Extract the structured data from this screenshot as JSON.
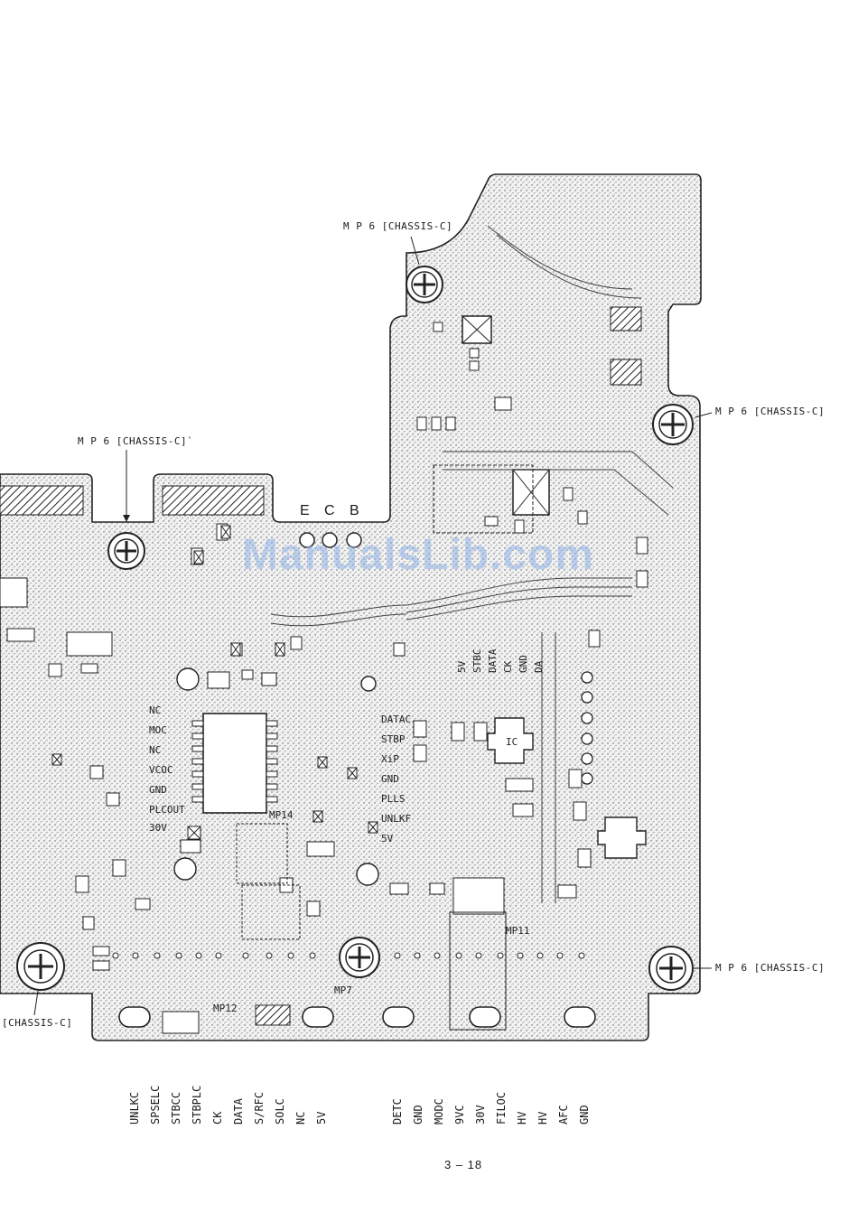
{
  "callouts": {
    "mp6_top": "M P 6 [CHASSIS-C]",
    "mp6_right_upper": "M P 6 [CHASSIS-C]",
    "mp6_left": "M P 6 [CHASSIS-C]`",
    "mp6_right_lower": "M P 6 [CHASSIS-C]",
    "chassis_bottom_left": "[CHASSIS-C]"
  },
  "terminals": {
    "e": "E",
    "c": "C",
    "b": "B"
  },
  "mp_labels": {
    "mp14": "MP14",
    "mp12": "MP12",
    "mp7": "MP7",
    "mp11": "MP11"
  },
  "pin_labels_middle": [
    "DATAC",
    "STBP",
    "XiP",
    "GND",
    "PLLS",
    "UNLKF",
    "5V"
  ],
  "pin_labels_left": [
    "NC",
    "MOC",
    "NC",
    "VCOC",
    "GND",
    "PLCOUT",
    "30V"
  ],
  "pin_labels_top": [
    "5V",
    "STBC",
    "DATA",
    "CK",
    "GND",
    "DA"
  ],
  "bottom_labels_left": [
    "UNLKC",
    "SPSELC",
    "STBCC",
    "STBPLC",
    "CK",
    "DATA",
    "S/RFC",
    "SOLC",
    "NC",
    "5V"
  ],
  "bottom_labels_right": [
    "DETC",
    "GND",
    "MODC",
    "9VC",
    "30V",
    "FILOC",
    "HV",
    "HV",
    "AFC",
    "GND"
  ],
  "page_number": "3 – 18",
  "watermark": "ManualsLib.com",
  "colors": {
    "ink": "#1a1a1a",
    "board_stipple": "#d9d9d9",
    "watermark": "#8fb3e8"
  }
}
